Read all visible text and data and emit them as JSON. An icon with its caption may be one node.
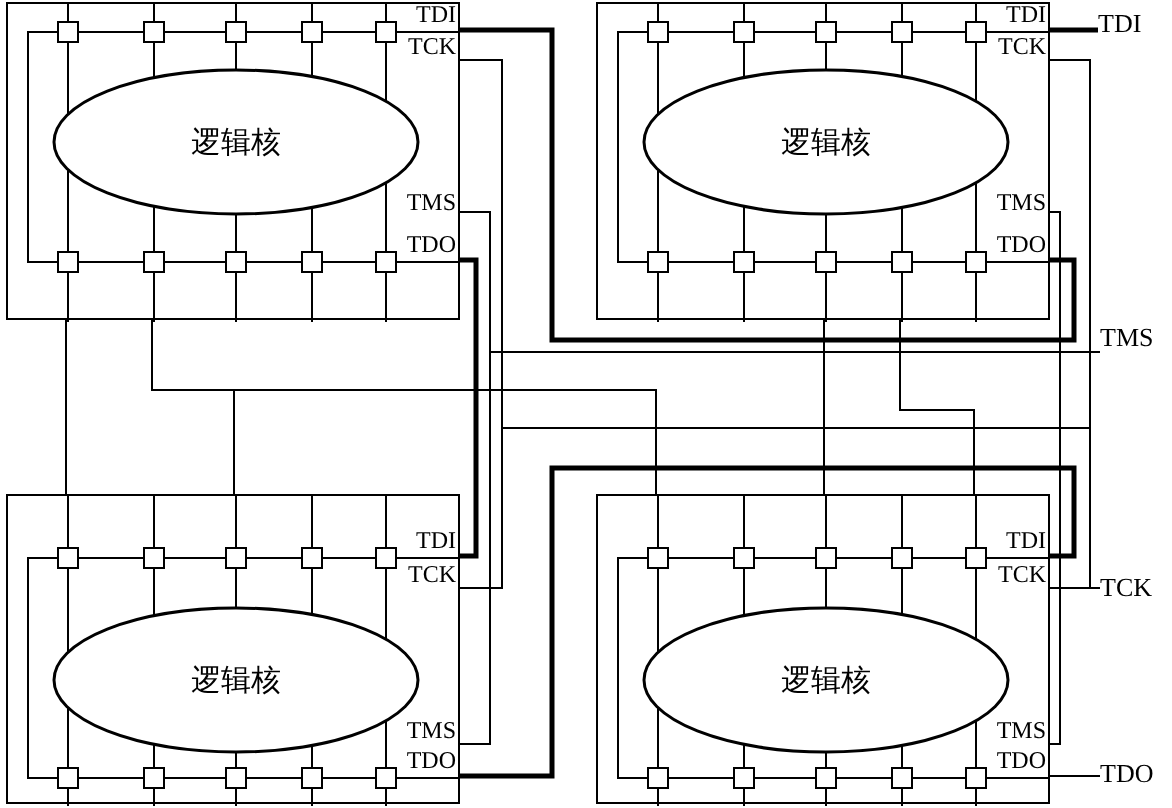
{
  "diagram": {
    "nodes": [
      {
        "text": [],
        "shape": "box"
      },
      {
        "text": [
          "逻辑核"
        ],
        "in": 0
      },
      {
        "text": [],
        "shape": "box"
      },
      {
        "text": [
          "逻辑核"
        ],
        "in": 2
      },
      {
        "text": [],
        "shape": "box"
      },
      {
        "text": [
          "逻辑核"
        ],
        "in": 4
      },
      {
        "text": [],
        "shape": "box"
      },
      {
        "text": [
          "逻辑核"
        ],
        "in": 6
      },
      {
        "text": [
          "TDI"
        ]
      },
      {
        "text": [
          "TMS"
        ]
      },
      {
        "text": [
          "TCK"
        ]
      },
      {
        "text": [
          "TDO"
        ]
      }
    ],
    "edges": [
      {
        "from": 8,
        "to": 2,
        "arrow": "none",
        "style": "thick"
      },
      {
        "from": 2,
        "to": 0,
        "arrow": "none",
        "style": "thick"
      },
      {
        "from": 0,
        "to": 4,
        "arrow": "none",
        "style": "thick"
      },
      {
        "from": 4,
        "to": 6,
        "arrow": "none",
        "style": "thick"
      },
      {
        "from": 6,
        "to": 11,
        "arrow": "none"
      },
      {
        "from": 9,
        "to": 0,
        "arrow": "none"
      },
      {
        "from": 9,
        "to": 2,
        "arrow": "none"
      },
      {
        "from": 9,
        "to": 4,
        "arrow": "none"
      },
      {
        "from": 9,
        "to": 6,
        "arrow": "none"
      },
      {
        "from": 10,
        "to": 6,
        "arrow": "none"
      },
      {
        "from": 10,
        "to": 2,
        "arrow": "none"
      },
      {
        "from": 10,
        "to": 0,
        "arrow": "none"
      },
      {
        "from": 10,
        "to": 4,
        "arrow": "none"
      },
      {
        "from": 0,
        "to": 4,
        "arrow": "none"
      },
      {
        "from": 0,
        "to": 4,
        "arrow": "none"
      },
      {
        "from": 0,
        "to": 6,
        "arrow": "none"
      },
      {
        "from": 2,
        "to": 6,
        "arrow": "none"
      },
      {
        "from": 2,
        "to": 6,
        "arrow": "none"
      }
    ],
    "labels": [
      "TDI",
      "TCK",
      "TDI",
      "TCK",
      "TMS",
      "TDO",
      "TMS",
      "TDO",
      "TDI",
      "TCK",
      "TDI",
      "TCK",
      "TMS",
      "TDO",
      "TMS",
      "TDO"
    ]
  }
}
